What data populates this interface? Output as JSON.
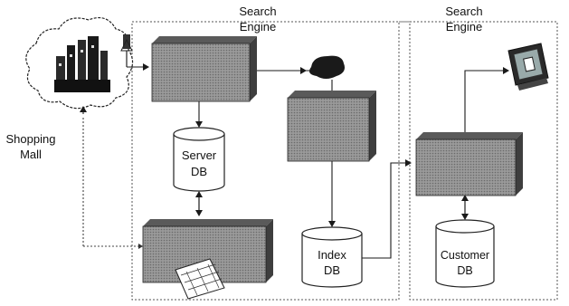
{
  "labels": {
    "search_engine_left_line1": "Search",
    "search_engine_left_line2": "Engine",
    "search_engine_right_line1": "Search",
    "search_engine_right_line2": "Engine",
    "shopping_mall_line1": "Shopping",
    "shopping_mall_line2": "Mall",
    "server_db_line1": "Server",
    "server_db_line2": "DB",
    "index_db_line1": "Index",
    "index_db_line2": "DB",
    "customer_db_line1": "Customer",
    "customer_db_line2": "DB"
  },
  "colors": {
    "box_fill": "#8f8f8f",
    "box_dark": "#3e3e3e",
    "line": "#1a1a1a",
    "dotted": "#555555"
  },
  "icons": [
    "cloud-icon",
    "factory-building-icon",
    "satellite-dish-icon",
    "desktop-monitor-icon",
    "laptop-computer-icon",
    "data-blob-icon"
  ]
}
